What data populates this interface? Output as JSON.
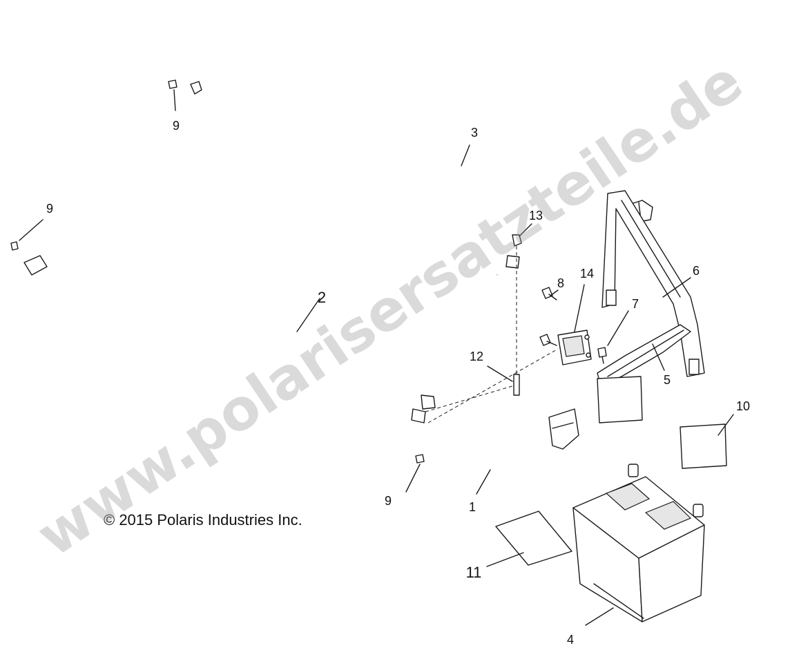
{
  "callouts": {
    "c1": "1",
    "c2": "2",
    "c3": "3",
    "c4": "4",
    "c5": "5",
    "c6": "6",
    "c7": "7",
    "c8": "8",
    "c9a": "9",
    "c9b": "9",
    "c9c": "9",
    "c10": "10",
    "c11": "11",
    "c12": "12",
    "c13": "13",
    "c14": "14"
  },
  "copyright": "© 2015 Polaris Industries Inc.",
  "watermark": "www.polarisersatzteile.de"
}
